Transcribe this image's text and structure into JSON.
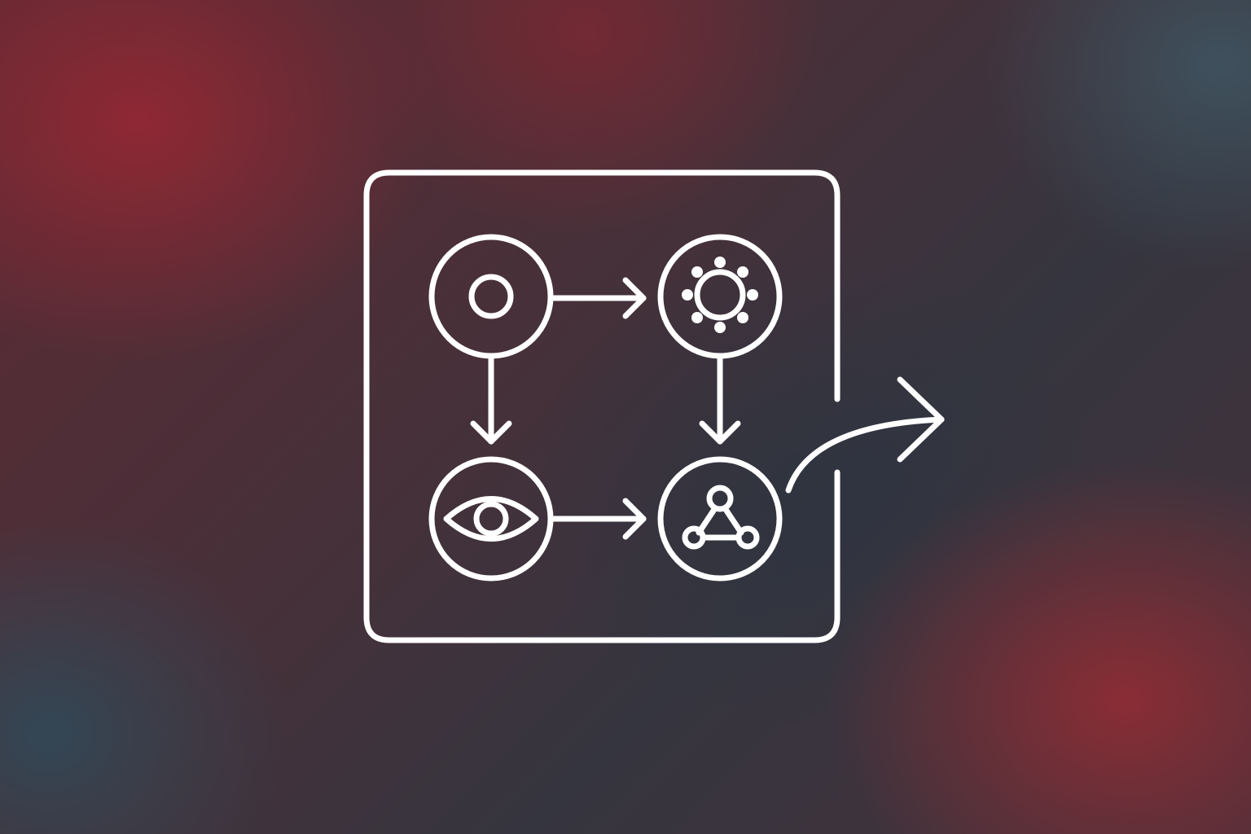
{
  "colors": {
    "stroke": "#ffffff",
    "background_red": "#922834",
    "background_slate": "#324856"
  },
  "diagram": {
    "frame": "rounded-square-with-gap-on-right",
    "nodes": [
      {
        "id": "input",
        "icon": "circle-ring-icon"
      },
      {
        "id": "process",
        "icon": "gear-icon"
      },
      {
        "id": "observe",
        "icon": "eye-icon"
      },
      {
        "id": "network",
        "icon": "network-nodes-icon"
      }
    ],
    "edges": [
      {
        "from": "input",
        "to": "process",
        "icon": "arrow-right-icon"
      },
      {
        "from": "input",
        "to": "observe",
        "icon": "arrow-down-icon"
      },
      {
        "from": "process",
        "to": "network",
        "icon": "arrow-down-icon"
      },
      {
        "from": "observe",
        "to": "network",
        "icon": "arrow-right-icon"
      },
      {
        "from": "network",
        "to": "outside",
        "icon": "curved-arrow-out-icon"
      }
    ]
  }
}
